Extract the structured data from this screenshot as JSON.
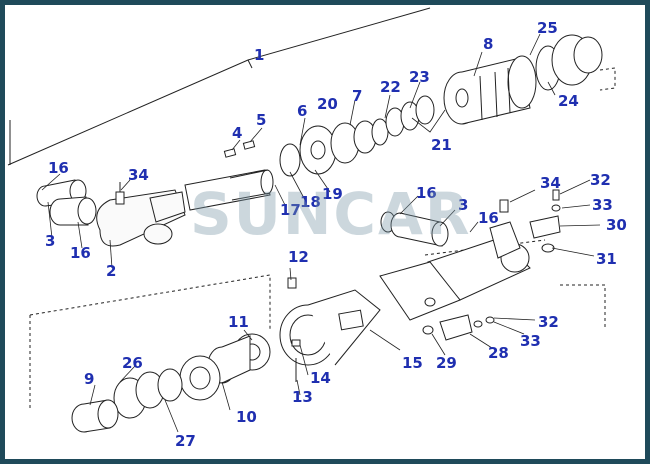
{
  "watermark": {
    "text": "SUNCAR"
  },
  "colors": {
    "frame": "#1f4a5a",
    "label": "#1f2fb0",
    "line": "#222222"
  },
  "labels": {
    "l1": "1",
    "l2": "2",
    "l3a": "3",
    "l3b": "3",
    "l4": "4",
    "l5": "5",
    "l6": "6",
    "l7": "7",
    "l8": "8",
    "l9": "9",
    "l10": "10",
    "l11": "11",
    "l12": "12",
    "l13": "13",
    "l14": "14",
    "l15": "15",
    "l16a": "16",
    "l16b": "16",
    "l16c": "16",
    "l16d": "16",
    "l17": "17",
    "l18": "18",
    "l19": "19",
    "l20": "20",
    "l21": "21",
    "l22": "22",
    "l23": "23",
    "l24": "24",
    "l25": "25",
    "l26": "26",
    "l27": "27",
    "l28": "28",
    "l29": "29",
    "l30": "30",
    "l31": "31",
    "l32a": "32",
    "l32b": "32",
    "l33a": "33",
    "l33b": "33",
    "l34a": "34",
    "l34b": "34"
  }
}
